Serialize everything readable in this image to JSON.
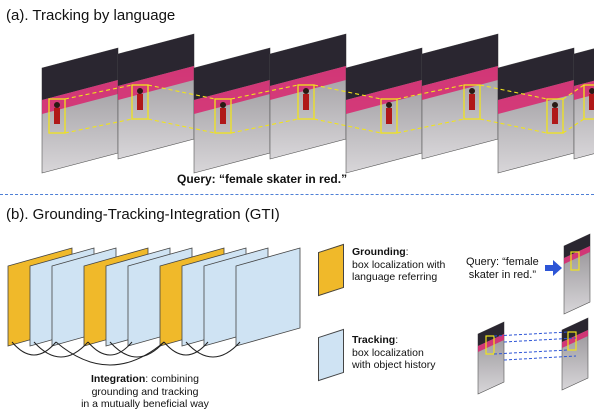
{
  "section_a": {
    "title": "(a). Tracking by language",
    "query": "Query: “female skater in red.”",
    "frame_count": 8
  },
  "section_b": {
    "title": "(b). Grounding-Tracking-Integration (GTI)",
    "integration": {
      "bold": "Integration",
      "rest": ": combining",
      "line2": "grounding and tracking",
      "line3": "in a mutually beneficial way"
    },
    "legend": {
      "grounding": {
        "bold": "Grounding",
        "rest": ":",
        "line2": "box localization with",
        "line3": "language referring",
        "color": "#f0b92a"
      },
      "tracking": {
        "bold": "Tracking",
        "rest": ":",
        "line2": "box localization",
        "line3": "with object history",
        "color": "#cfe3f3"
      }
    },
    "example_query": {
      "line1": "Query: “female",
      "line2": "skater in red.”"
    }
  },
  "colors": {
    "grounding": "#f0b92a",
    "tracking": "#cfe3f3",
    "bbox": "#f0e31c",
    "divider": "#4f7fd6",
    "arrow": "#2d55d6",
    "ice": "#c9c6c8",
    "banner": "#d9246f"
  }
}
